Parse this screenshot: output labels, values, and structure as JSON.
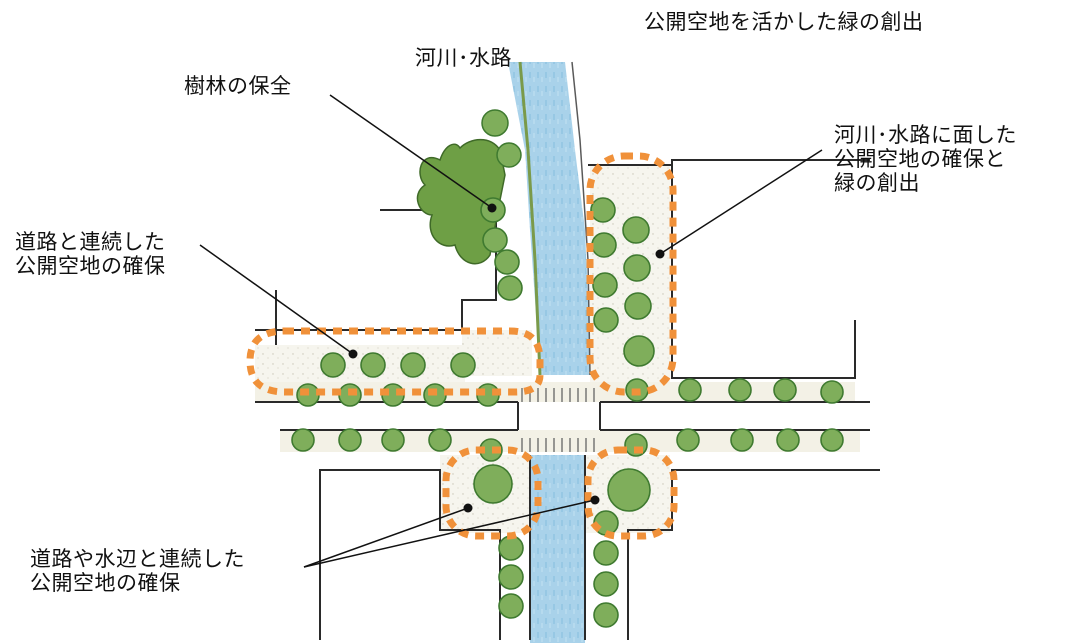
{
  "title": "公開空地を活かした緑の創出",
  "labels": {
    "river": "河川･水路",
    "forest": "樹林の保全",
    "river_open_space": [
      "河川･水路に面した",
      "公開空地の確保と",
      "緑の創出"
    ],
    "road_open_space": [
      "道路と連続した",
      "公開空地の確保"
    ],
    "road_water_open_space": [
      "道路や水辺と連続した",
      "公開空地の確保"
    ]
  },
  "colors": {
    "water": "#a9d2ea",
    "tree_fill": "#7fae5b",
    "tree_dark": "#3f7a30",
    "canopy": "#6e9f45",
    "highlight": "#f0913a",
    "line": "#2a2a2a"
  }
}
